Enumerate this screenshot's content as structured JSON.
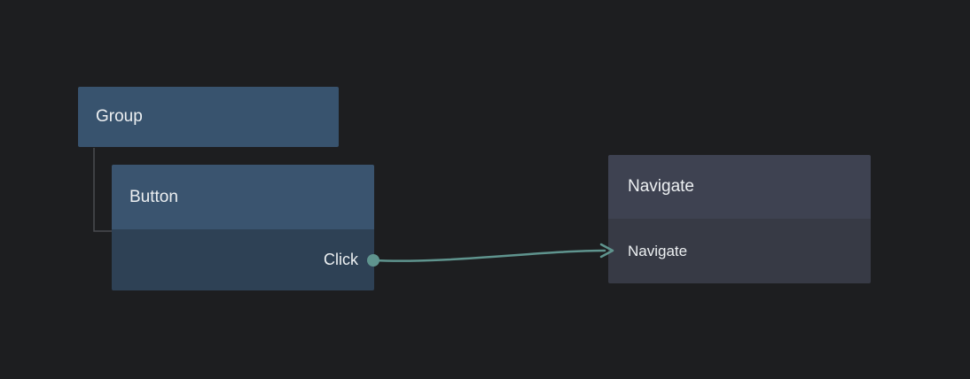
{
  "canvas": {
    "background": "#1d1e20"
  },
  "nodes": {
    "group": {
      "label": "Group"
    },
    "button": {
      "label": "Button",
      "port_label": "Click"
    },
    "navigate": {
      "title": "Navigate",
      "row_label": "Navigate"
    }
  },
  "connection": {
    "from_port": "Click",
    "to_node": "Navigate"
  },
  "colors": {
    "bg": "#1d1e20",
    "group_fill": "#38536e",
    "button_header_fill": "#3a546f",
    "button_body_fill": "#2e4155",
    "navigate_header_fill": "#3e4251",
    "navigate_body_fill": "#373a45",
    "connector": "#5f948e",
    "tree_line": "#4a4c50",
    "text": "#edf0f2"
  }
}
